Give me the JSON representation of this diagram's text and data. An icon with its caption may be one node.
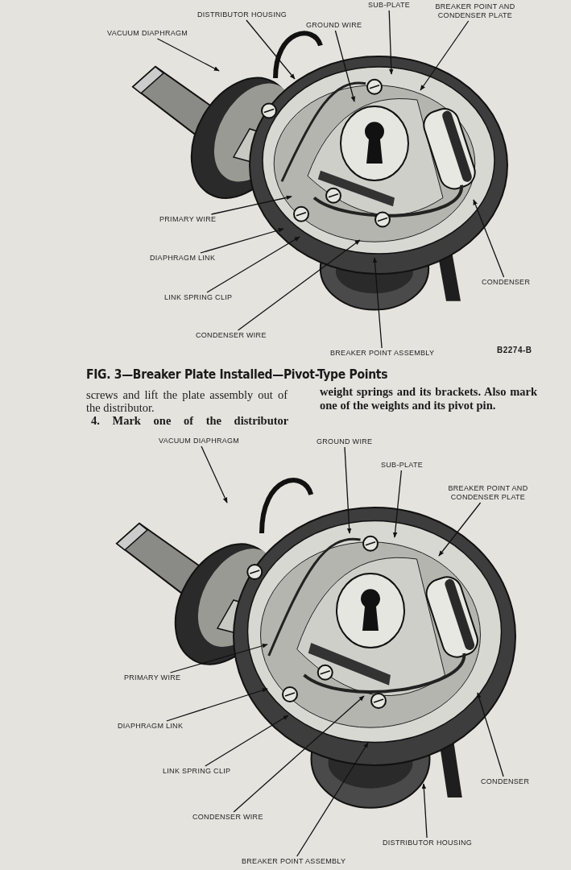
{
  "diagram": {
    "caption": "FIG. 3—Breaker Plate Installed—Pivot-Type Points",
    "nodes": [
      {
        "text": [
          "VACUUM DIAPHRAGM"
        ]
      },
      {
        "text": [
          "DISTRIBUTOR HOUSING"
        ]
      },
      {
        "text": [
          "GROUND WIRE"
        ]
      },
      {
        "text": [
          "SUB-PLATE"
        ]
      },
      {
        "text": [
          "BREAKER POINT AND CONDENSER PLATE"
        ]
      },
      {
        "text": [
          "PRIMARY WIRE"
        ]
      },
      {
        "text": [
          "DIAPHRAGM LINK"
        ]
      },
      {
        "text": [
          "CONDENSER"
        ]
      },
      {
        "text": [
          "LINK SPRING CLIP"
        ]
      },
      {
        "text": [
          "CONDENSER WIRE"
        ]
      },
      {
        "text": [
          "BREAKER POINT ASSEMBLY"
        ]
      },
      {
        "text": [
          "VACUUM DIAPHRAGM"
        ]
      },
      {
        "text": [
          "GROUND WIRE"
        ]
      },
      {
        "text": [
          "SUB-PLATE"
        ]
      },
      {
        "text": [
          "BREAKER POINT AND CONDENSER PLATE"
        ]
      },
      {
        "text": [
          "PRIMARY WIRE"
        ]
      },
      {
        "text": [
          "DIAPHRAGM LINK"
        ]
      },
      {
        "text": [
          "LINK SPRING CLIP"
        ]
      },
      {
        "text": [
          "CONDENSER"
        ]
      },
      {
        "text": [
          "CONDENSER WIRE"
        ]
      },
      {
        "text": [
          "DISTRIBUTOR HOUSING"
        ]
      },
      {
        "text": [
          "BREAKER POINT ASSEMBLY"
        ]
      }
    ],
    "edges": [
      {
        "from": 0,
        "to": null,
        "arrow": "to"
      },
      {
        "from": 1,
        "to": null,
        "arrow": "to"
      },
      {
        "from": 2,
        "to": null,
        "arrow": "to"
      },
      {
        "from": 3,
        "to": null,
        "arrow": "to"
      },
      {
        "from": 4,
        "to": null,
        "arrow": "to"
      },
      {
        "from": 5,
        "to": null,
        "arrow": "to"
      },
      {
        "from": 6,
        "to": null,
        "arrow": "to"
      },
      {
        "from": 7,
        "to": null,
        "arrow": "to"
      },
      {
        "from": 8,
        "to": null,
        "arrow": "to"
      },
      {
        "from": 9,
        "to": null,
        "arrow": "to"
      },
      {
        "from": 10,
        "to": null,
        "arrow": "to"
      },
      {
        "from": 11,
        "to": null,
        "arrow": "to"
      },
      {
        "from": 12,
        "to": null,
        "arrow": "to"
      },
      {
        "from": 13,
        "to": null,
        "arrow": "to"
      },
      {
        "from": 14,
        "to": null,
        "arrow": "to"
      },
      {
        "from": 15,
        "to": null,
        "arrow": "to"
      },
      {
        "from": 16,
        "to": null,
        "arrow": "to"
      },
      {
        "from": 17,
        "to": null,
        "arrow": "to"
      },
      {
        "from": 18,
        "to": null,
        "arrow": "to"
      },
      {
        "from": 19,
        "to": null,
        "arrow": "to"
      },
      {
        "from": 20,
        "to": null,
        "arrow": "to"
      },
      {
        "from": 21,
        "to": null,
        "arrow": "to"
      }
    ],
    "labels": [
      "B2274-B",
      "screws and lift the plate assembly out of the distributor.",
      "4. Mark one of the distributor",
      "weight springs and its brackets. Also mark one of the weights and its pivot pin."
    ]
  }
}
